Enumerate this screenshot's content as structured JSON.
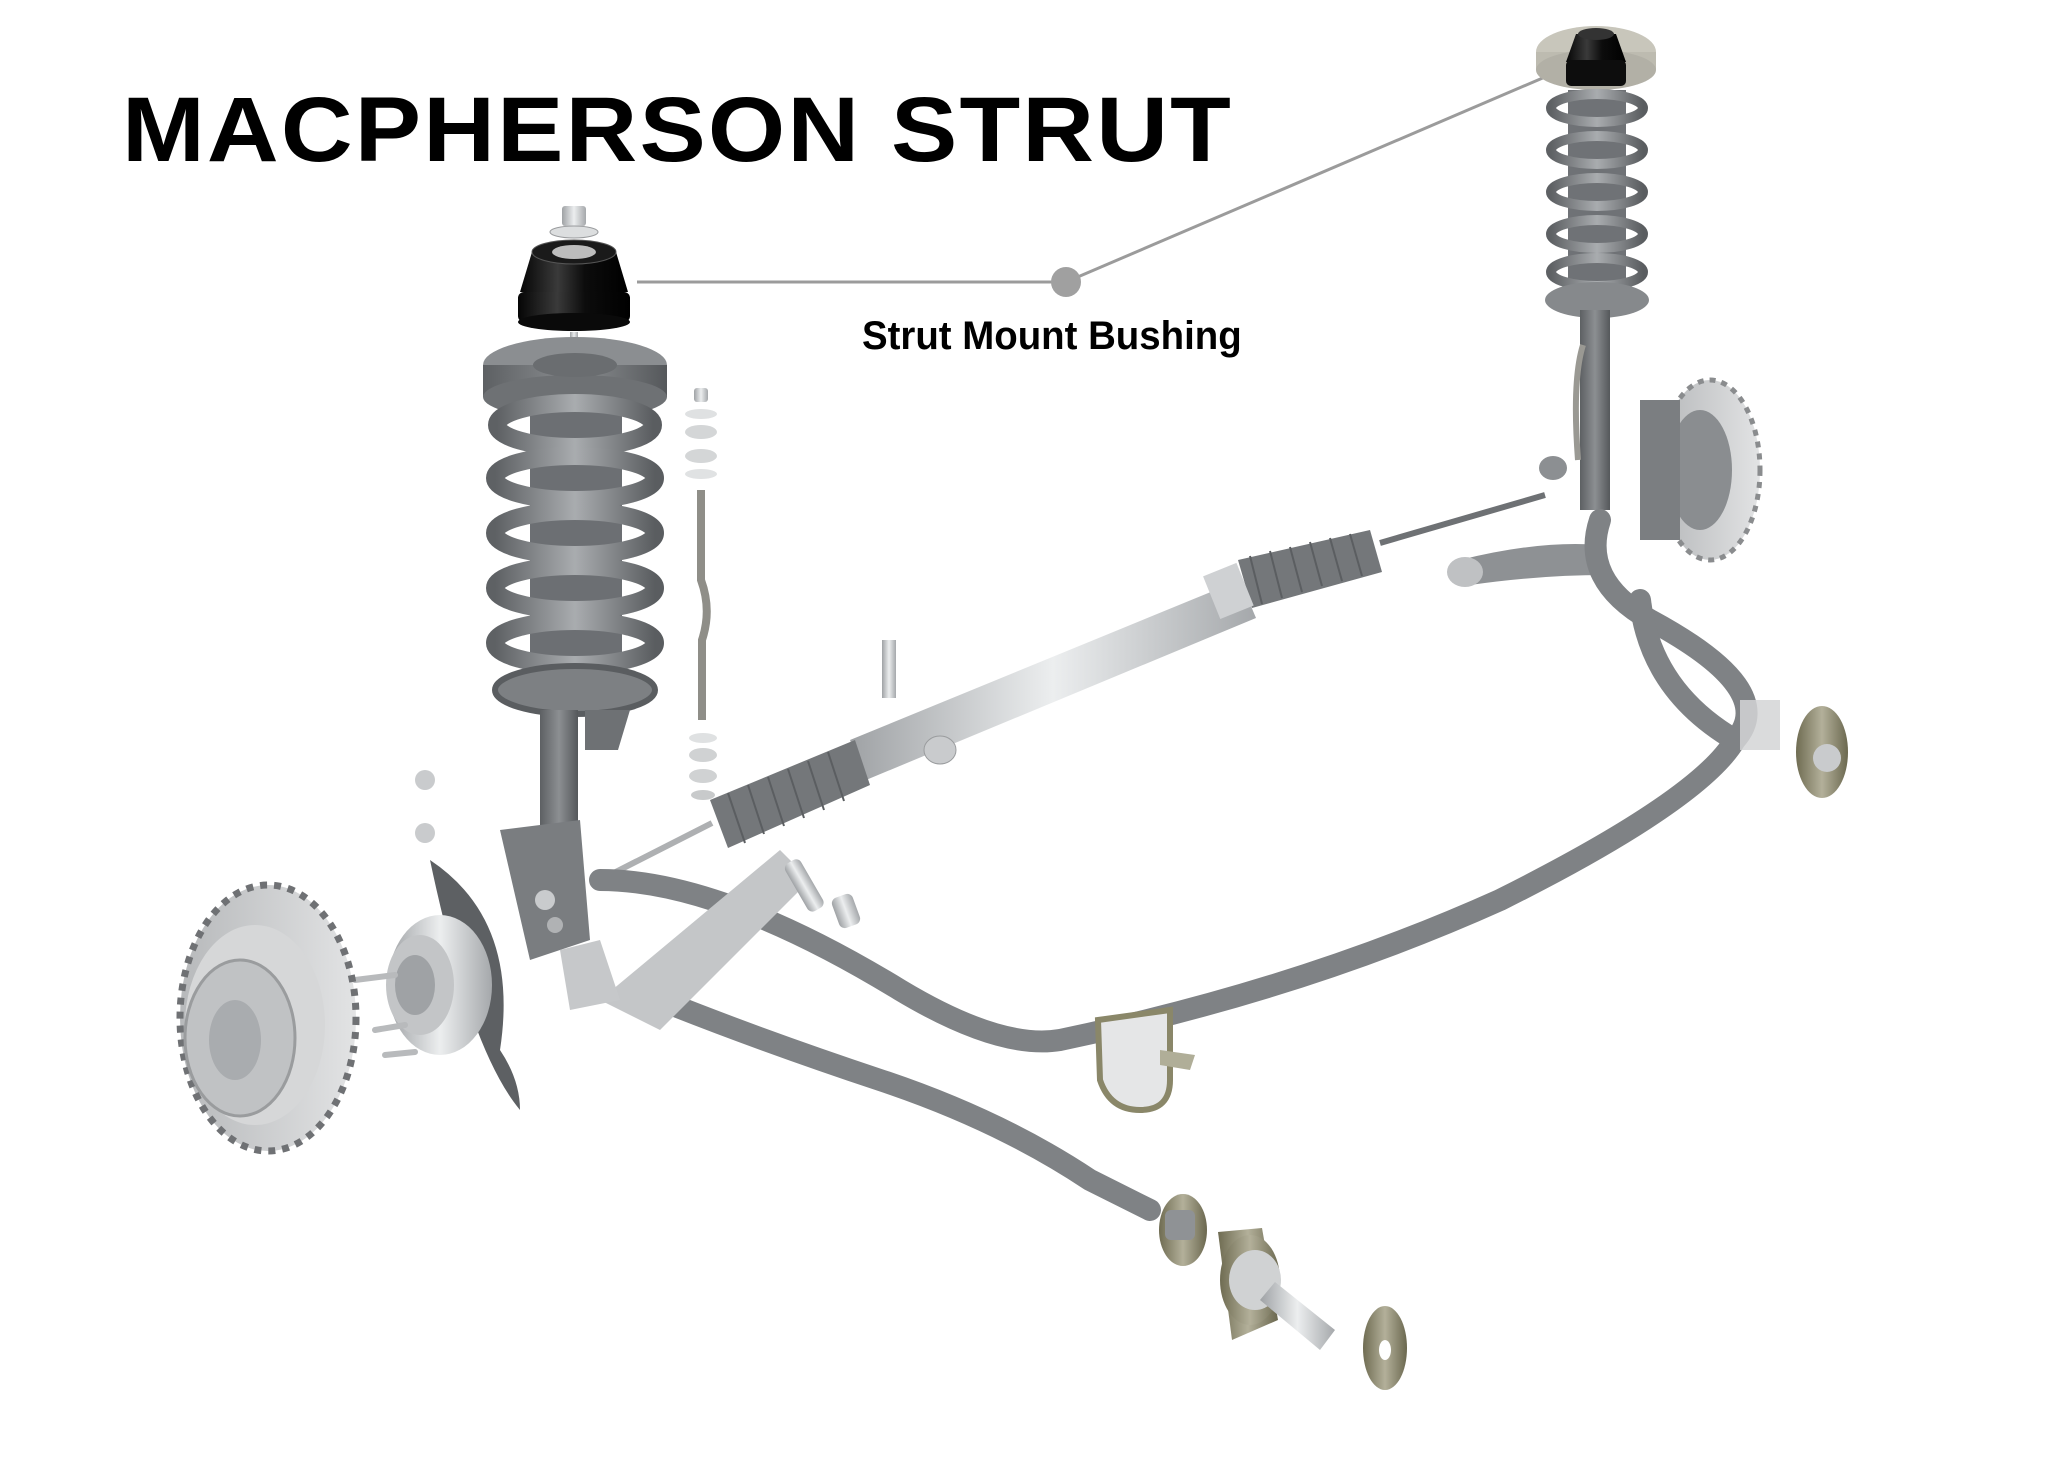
{
  "diagram": {
    "title": "MACPHERSON STRUT",
    "callouts": [
      {
        "label": "Strut Mount Bushing",
        "leader_color": "#9b9b9b",
        "dot_color": "#a0a0a0"
      }
    ],
    "components": [
      "strut-mount-bushing-exploded",
      "coil-spring-left",
      "strut-assembly-right",
      "sway-bar-end-link",
      "steering-rack",
      "tie-rod",
      "brake-rotor",
      "wheel-hub",
      "brake-dust-shield",
      "lower-control-arm",
      "sway-bar",
      "sway-bar-bushing-bracket",
      "sway-bar-end-mount"
    ],
    "colors": {
      "text": "#000000",
      "background": "#ffffff",
      "component_gray": "#7c7f82",
      "bushing_black": "#121212",
      "metal_light": "#c8cacc",
      "bronze_washer": "#8d8a6e"
    }
  }
}
